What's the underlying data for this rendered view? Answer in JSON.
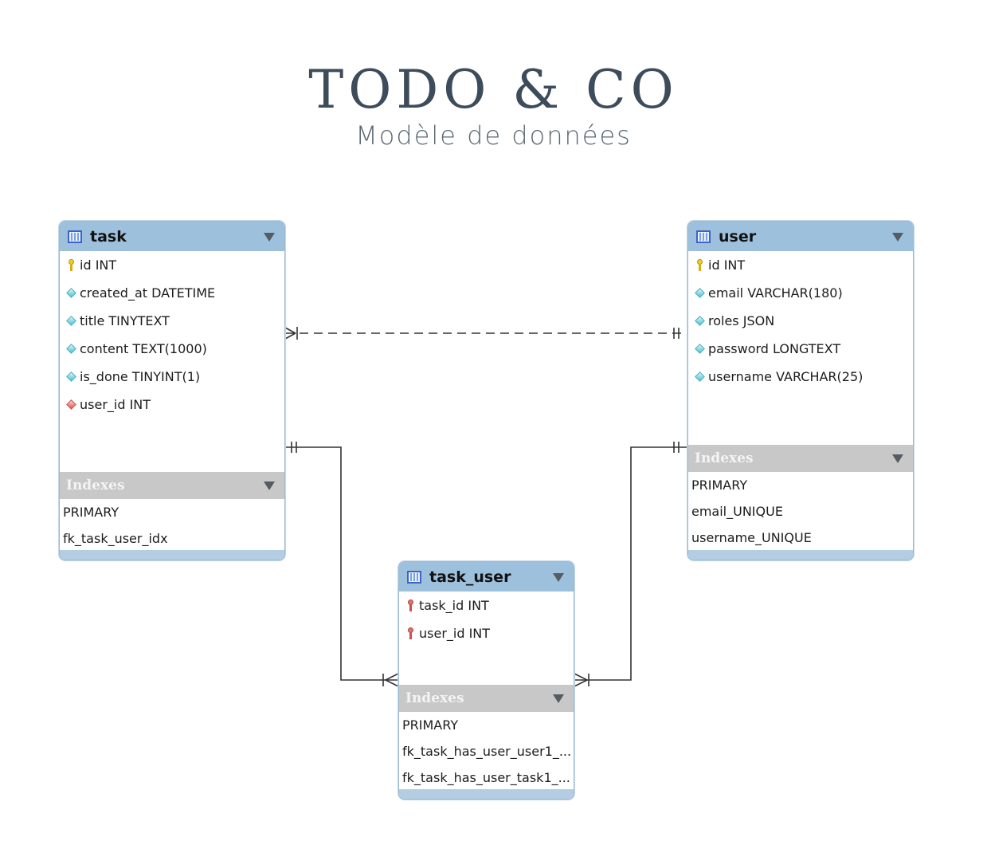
{
  "header": {
    "title": "TODO & CO",
    "subtitle": "Modèle de données"
  },
  "indexes_label": "Indexes",
  "tables": {
    "task": {
      "name": "task",
      "columns": [
        {
          "icon": "primary-key-icon",
          "text": "id INT"
        },
        {
          "icon": "column-diamond-icon",
          "text": "created_at DATETIME"
        },
        {
          "icon": "column-diamond-icon",
          "text": "title TINYTEXT"
        },
        {
          "icon": "column-diamond-icon",
          "text": "content TEXT(1000)"
        },
        {
          "icon": "column-diamond-icon",
          "text": "is_done TINYINT(1)"
        },
        {
          "icon": "foreign-key-diamond-icon",
          "text": "user_id INT"
        }
      ],
      "indexes": [
        "PRIMARY",
        "fk_task_user_idx"
      ]
    },
    "user": {
      "name": "user",
      "columns": [
        {
          "icon": "primary-key-icon",
          "text": "id INT"
        },
        {
          "icon": "column-diamond-icon",
          "text": "email VARCHAR(180)"
        },
        {
          "icon": "column-diamond-icon",
          "text": "roles JSON"
        },
        {
          "icon": "column-diamond-icon",
          "text": "password LONGTEXT"
        },
        {
          "icon": "column-diamond-icon",
          "text": "username VARCHAR(25)"
        }
      ],
      "indexes": [
        "PRIMARY",
        "email_UNIQUE",
        "username_UNIQUE"
      ]
    },
    "task_user": {
      "name": "task_user",
      "columns": [
        {
          "icon": "foreign-primary-key-icon",
          "text": "task_id INT"
        },
        {
          "icon": "foreign-primary-key-icon",
          "text": "user_id INT"
        }
      ],
      "indexes": [
        "PRIMARY",
        "fk_task_has_user_user1_...",
        "fk_task_has_user_task1_..."
      ]
    }
  },
  "relationships": [
    {
      "from": "task",
      "to": "user",
      "style": "dashed",
      "from_end": "many",
      "to_end": "one"
    },
    {
      "from": "task",
      "to": "task_user",
      "style": "solid",
      "from_end": "one",
      "to_end": "many"
    },
    {
      "from": "user",
      "to": "task_user",
      "style": "solid",
      "from_end": "one",
      "to_end": "many"
    }
  ],
  "colors": {
    "header": "#9dc0dc",
    "indexes_header": "#c8c8c8",
    "border": "#9ab9d4",
    "link": "#333333"
  }
}
